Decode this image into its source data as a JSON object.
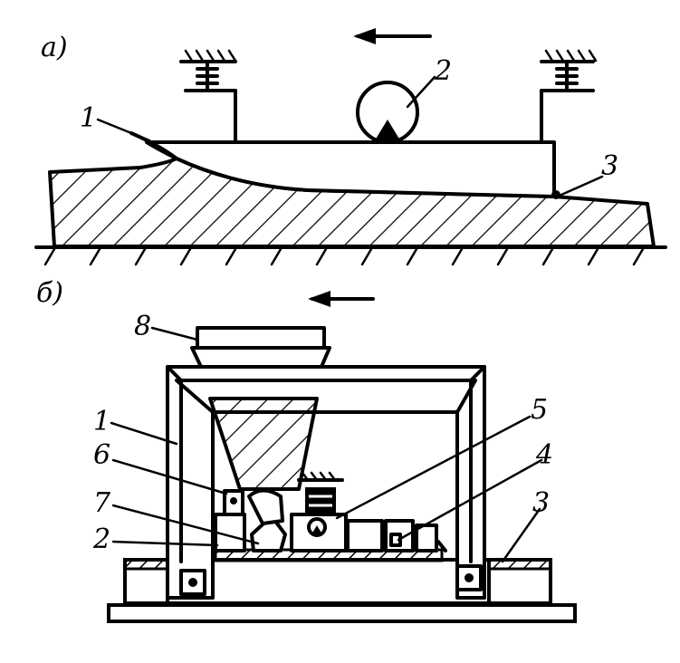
{
  "panels": {
    "a": {
      "label": "а)",
      "callouts": [
        "1",
        "2",
        "3"
      ]
    },
    "b": {
      "label": "б)",
      "callouts": [
        "8",
        "1",
        "6",
        "7",
        "2",
        "5",
        "4",
        "3"
      ]
    }
  },
  "colors": {
    "ink": "#000000",
    "paper": "#ffffff"
  }
}
